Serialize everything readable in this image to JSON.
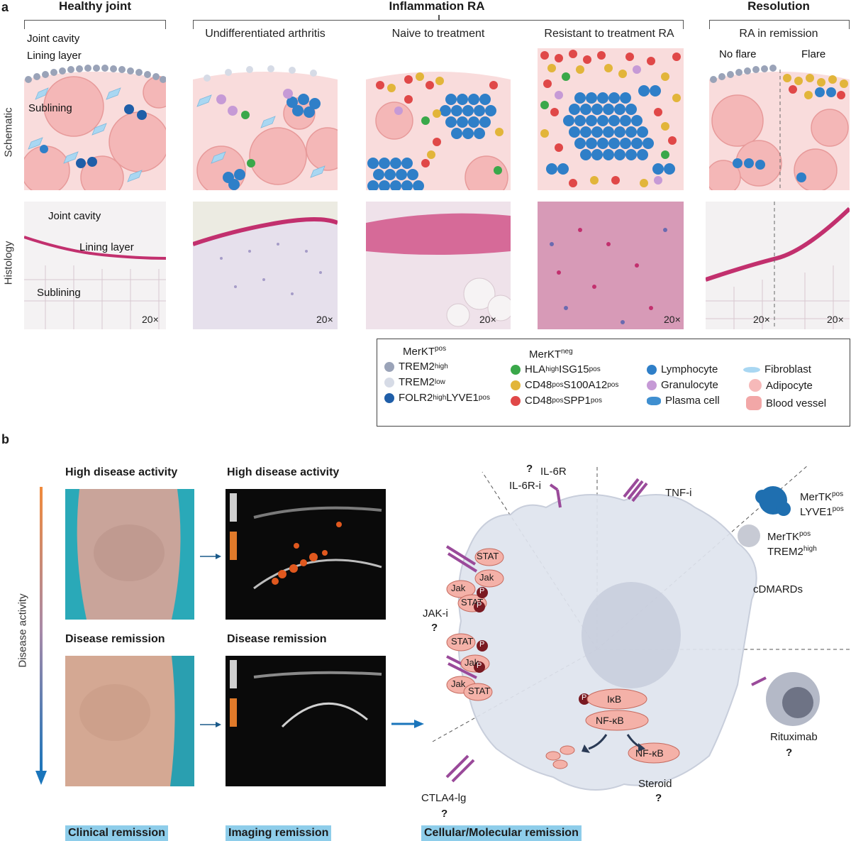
{
  "panel_a": {
    "letter": "a",
    "groups": [
      {
        "title": "Healthy joint"
      },
      {
        "title": "Inflammation RA"
      },
      {
        "title": "Resolution"
      }
    ],
    "columns": [
      {
        "title": ""
      },
      {
        "title": "Undifferentiated arthritis"
      },
      {
        "title": "Naive to treatment"
      },
      {
        "title": "Resistant to treatment RA"
      },
      {
        "title": "RA in remission"
      }
    ],
    "row_labels": {
      "schematic": "Schematic",
      "histology": "Histology"
    },
    "healthy_schematic_labels": {
      "joint_cavity": "Joint cavity",
      "lining_layer": "Lining layer",
      "sublining": "Sublining"
    },
    "healthy_histology_labels": {
      "joint_cavity": "Joint cavity",
      "lining_layer": "Lining layer",
      "sublining": "Sublining"
    },
    "remission_sub": {
      "no_flare": "No flare",
      "flare": "Flare"
    },
    "magnification": "20×",
    "legend": {
      "merkt_pos_header": "MerKT",
      "merkt_pos_sup": "pos",
      "merkt_neg_header": "MerKT",
      "merkt_neg_sup": "neg",
      "items": [
        {
          "base": "TREM2",
          "sup": "high",
          "tail": "",
          "tail_sup": "",
          "color": "#9aa3b8"
        },
        {
          "base": "TREM2",
          "sup": "low",
          "tail": "",
          "tail_sup": "",
          "color": "#d6dbe6"
        },
        {
          "base": "FOLR2",
          "sup": "high",
          "tail": "LYVE1",
          "tail_sup": "pos",
          "color": "#1f5ea8"
        },
        {
          "base": "HLA",
          "sup": "high",
          "tail": "ISG15",
          "tail_sup": "pos",
          "color": "#3aa84a"
        },
        {
          "base": "CD48",
          "sup": "pos",
          "tail": "S100A12",
          "tail_sup": "pos",
          "color": "#e2b53a"
        },
        {
          "base": "CD48",
          "sup": "pos",
          "tail": "SPP1",
          "tail_sup": "pos",
          "color": "#e04848"
        }
      ],
      "cells": [
        {
          "label": "Lymphocyte",
          "color": "#2f7fc8"
        },
        {
          "label": "Granulocyte",
          "color": "#c69ad6"
        },
        {
          "label": "Plasma cell",
          "color": "#3f8fd0"
        },
        {
          "label": "Fibroblast",
          "color": "#a9d7f2"
        },
        {
          "label": "Adipocyte",
          "color": "#f6b9b9"
        },
        {
          "label": "Blood vessel",
          "color": "#f2a7a7"
        }
      ]
    }
  },
  "panel_b": {
    "letter": "b",
    "axis_label": "Disease activity",
    "photo_titles": {
      "clin_high": "High disease activity",
      "img_high": "High disease activity",
      "clin_rem": "Disease remission",
      "img_rem": "Disease remission"
    },
    "remission_labels": {
      "clinical": "Clinical remission",
      "imaging": "Imaging remission",
      "cellular": "Cellular/Molecular remission"
    },
    "drugs": {
      "il6r": "IL-6R",
      "il6ri": "IL-6R-i",
      "tnfi": "TNF-i",
      "jaki": "JAK-i",
      "cdmards": "cDMARDs",
      "rituximab": "Rituximab",
      "steroid": "Steroid",
      "ctla4": "CTLA4-lg"
    },
    "question_mark": "?",
    "macrophages": {
      "lyve1_line1": "MerTK",
      "lyve1_line1_sup": "pos",
      "lyve1_line2": "LYVE1",
      "lyve1_line2_sup": "pos",
      "trem2_line1": "MerTK",
      "trem2_line1_sup": "pos",
      "trem2_line2": "TREM2",
      "trem2_line2_sup": "high"
    },
    "signaling": {
      "jak": "Jak",
      "stat": "STAT",
      "p": "P",
      "ikb": "IκB",
      "nfkb": "NF-κB"
    }
  },
  "colors": {
    "accent_blue": "#1a75bb",
    "remission_bg": "#8ecdea",
    "cell_body": "#dfe4ee",
    "sublining_pink": "#f9dcdc",
    "histo_pink": "#c2306e"
  }
}
